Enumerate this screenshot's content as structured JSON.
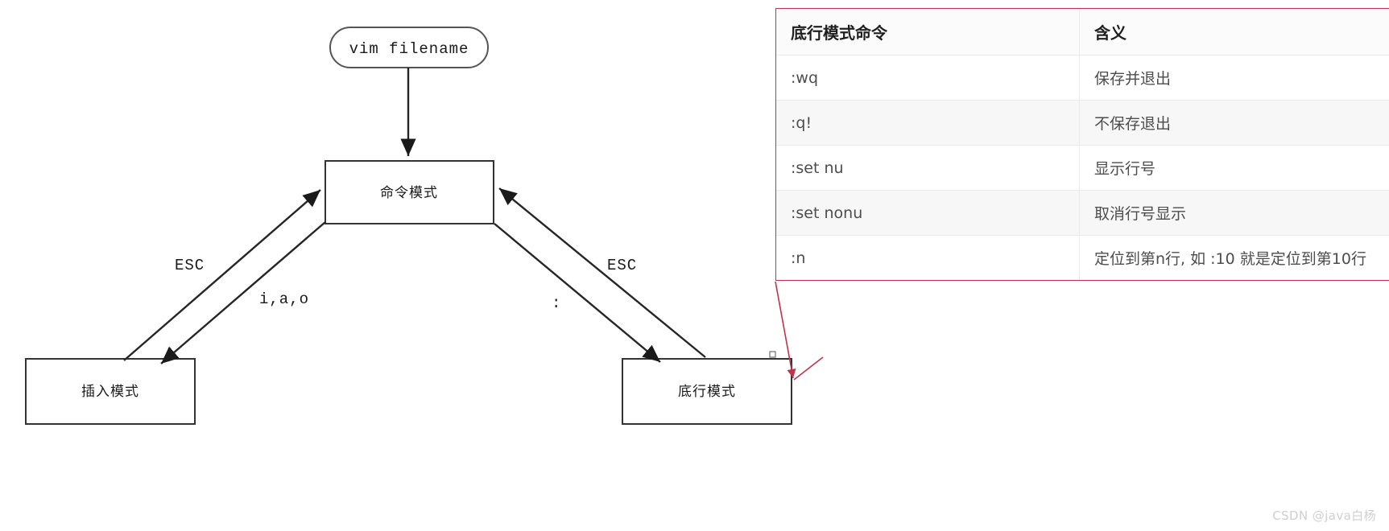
{
  "diagram": {
    "type": "vim-mode-state-diagram",
    "nodes": [
      {
        "id": "start",
        "label": "vim filename",
        "shape": "stadium"
      },
      {
        "id": "command",
        "label": "命令模式",
        "shape": "rect"
      },
      {
        "id": "insert",
        "label": "插入模式",
        "shape": "rect"
      },
      {
        "id": "lastline",
        "label": "底行模式",
        "shape": "rect"
      }
    ],
    "edges": [
      {
        "from": "start",
        "to": "command",
        "label": ""
      },
      {
        "from": "command",
        "to": "insert",
        "label": "i,a,o"
      },
      {
        "from": "insert",
        "to": "command",
        "label": "ESC"
      },
      {
        "from": "command",
        "to": "lastline",
        "label": ":"
      },
      {
        "from": "lastline",
        "to": "command",
        "label": "ESC"
      }
    ],
    "edge_labels": {
      "esc_left": "ESC",
      "iao": "i,a,o",
      "colon": ":",
      "esc_right": "ESC"
    },
    "annotation_arrow_color": "#c0334d"
  },
  "table": {
    "border_color": "#c0334d",
    "headers": [
      "底行模式命令",
      "含义"
    ],
    "rows": [
      {
        "command": ":wq",
        "meaning": "保存并退出"
      },
      {
        "command": ":q!",
        "meaning": "不保存退出"
      },
      {
        "command": ":set nu",
        "meaning": "显示行号"
      },
      {
        "command": ":set nonu",
        "meaning": "取消行号显示"
      },
      {
        "command": ":n",
        "meaning": "定位到第n行, 如 :10 就是定位到第10行"
      }
    ]
  },
  "watermark": {
    "text": "CSDN @java白杨"
  }
}
